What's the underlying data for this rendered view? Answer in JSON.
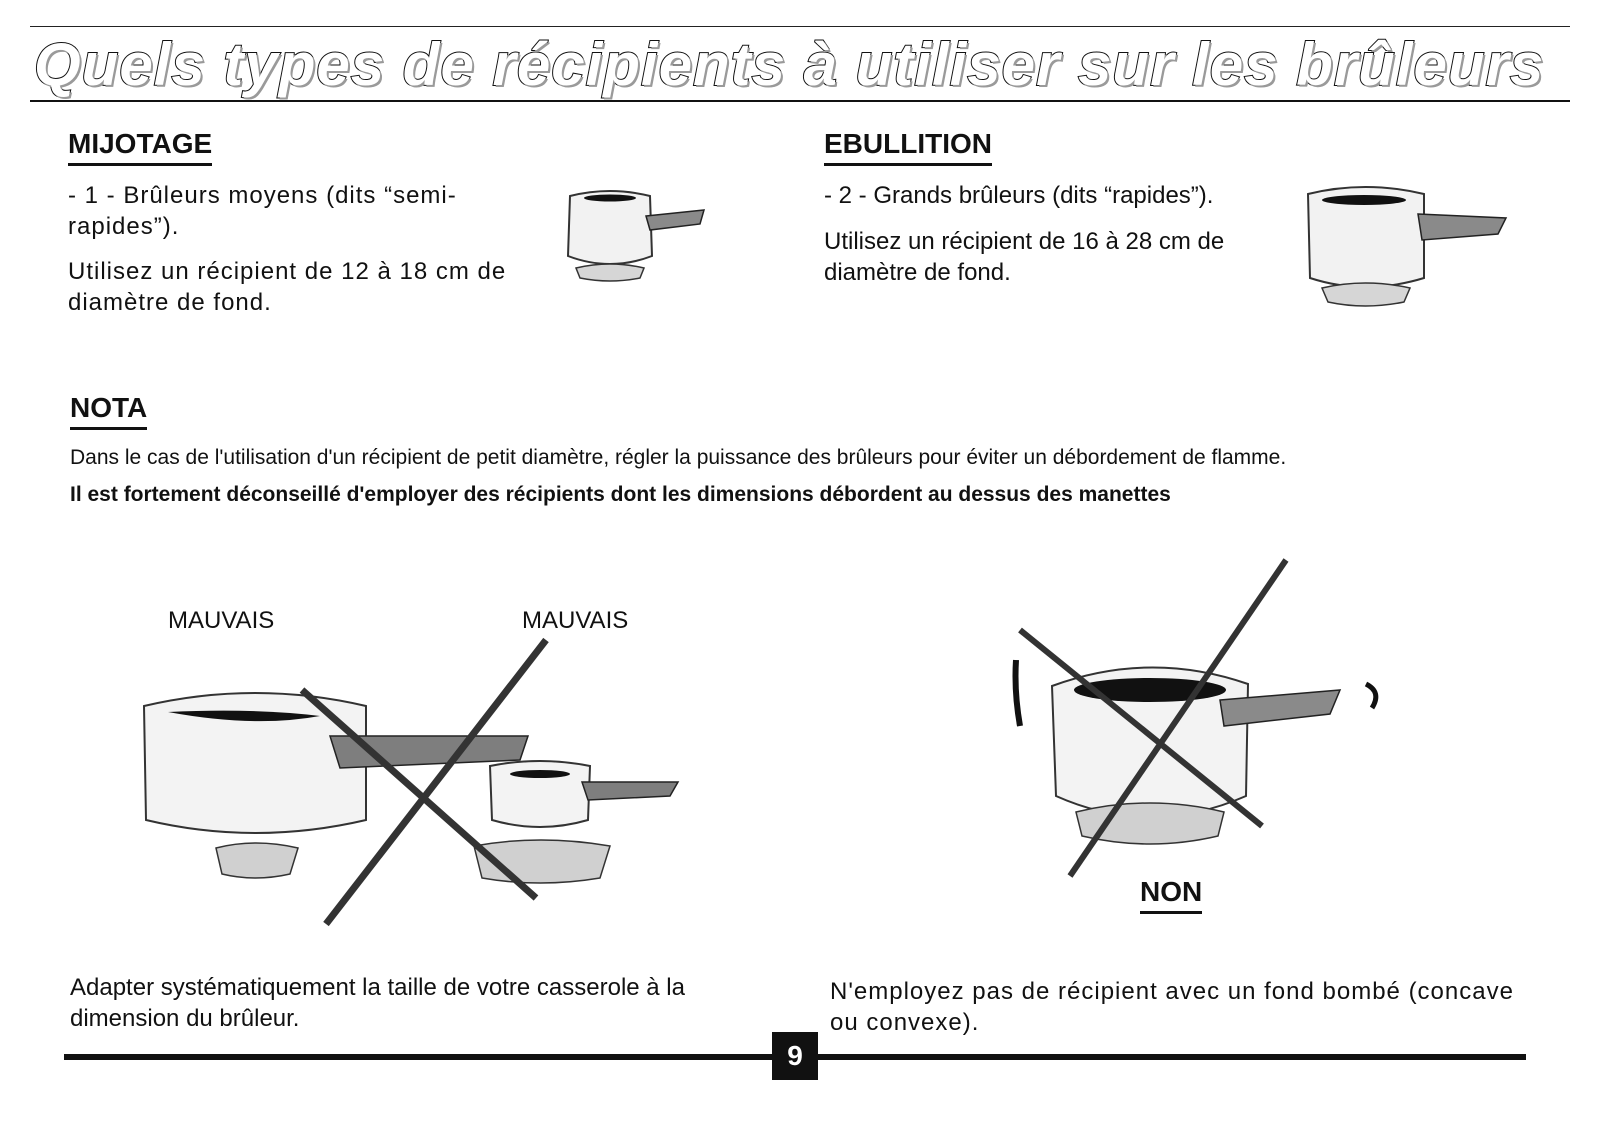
{
  "title": "Quels types de récipients à utiliser sur les brûleurs",
  "mijotage": {
    "heading": "MIJOTAGE",
    "line1": "- 1 - Brûleurs moyens (dits “semi-rapides”).",
    "line2": "Utilisez un récipient de 12 à 18 cm de diamètre de fond."
  },
  "ebullition": {
    "heading": "EBULLITION",
    "line1": "- 2 - Grands brûleurs (dits “rapides”).",
    "line2": "Utilisez un récipient de 16 à 28 cm de diamètre de fond."
  },
  "nota": {
    "heading": "NOTA",
    "text": "Dans le cas de l'utilisation d'un récipient de petit diamètre, régler la puissance des brûleurs pour éviter un débordement de flamme.",
    "warning": "Il est fortement déconseillé d'employer des récipients dont les dimensions débordent au dessus des manettes"
  },
  "illustrations": {
    "label_left": "MAUVAIS",
    "label_right": "MAUVAIS",
    "label_non": "NON"
  },
  "captions": {
    "left": "Adapter systématiquement la taille de votre casserole à la dimension du brûleur.",
    "right": "N'employez pas de récipient avec un fond bombé (concave ou convexe)."
  },
  "page_number": "9"
}
